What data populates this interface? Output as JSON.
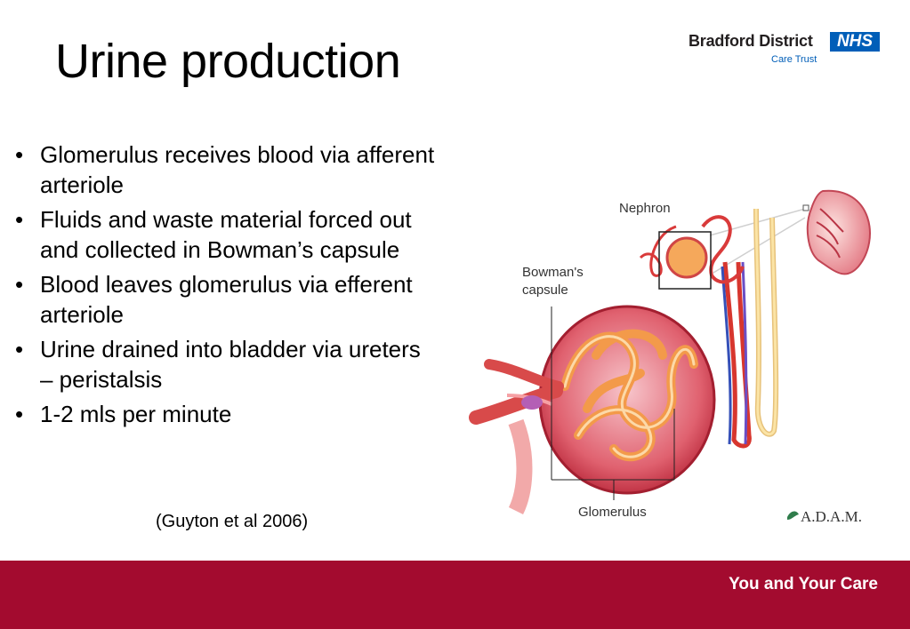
{
  "slide": {
    "title": "Urine production",
    "bullets": [
      "Glomerulus receives blood via afferent arteriole",
      "Fluids and waste material forced out and collected in Bowman’s capsule",
      "Blood leaves glomerulus via efferent arteriole",
      "Urine drained into bladder via ureters – peristalsis",
      "1-2 mls per minute"
    ],
    "citation": "(Guyton et al 2006)"
  },
  "logo": {
    "org": "Bradford District",
    "badge": "NHS",
    "subtitle": "Care Trust"
  },
  "diagram": {
    "labels": {
      "nephron": "Nephron",
      "bowmans": "Bowman's",
      "capsule": "capsule",
      "glomerulus": "Glomerulus",
      "credit": "A.D.A.M."
    }
  },
  "footer": {
    "tagline": "You and Your Care"
  },
  "colors": {
    "footer": "#a30b2f",
    "nhs_blue": "#005eb8"
  }
}
